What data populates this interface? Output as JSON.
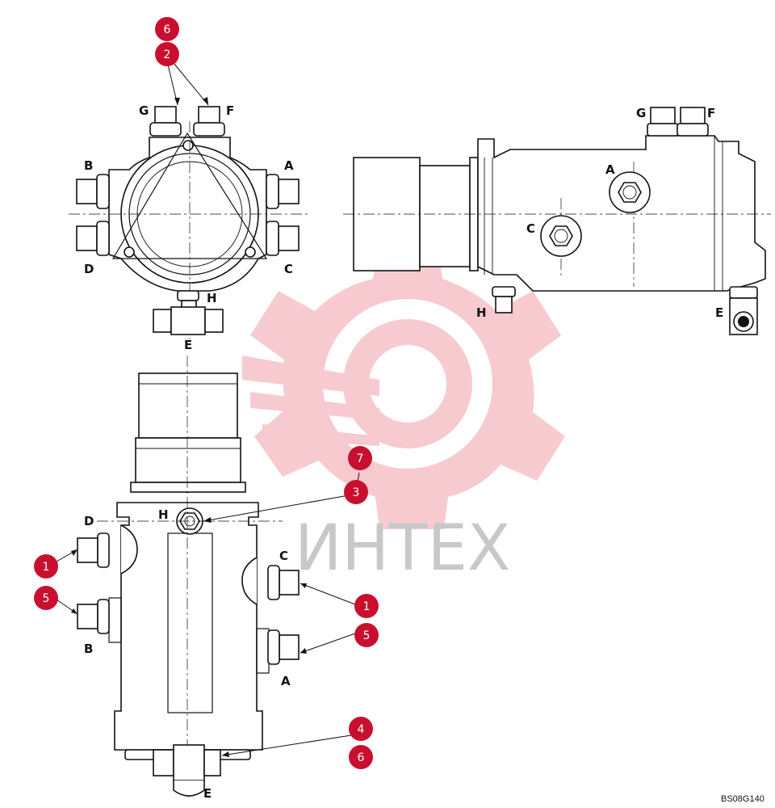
{
  "drawing": {
    "code": "BS08G140",
    "watermark_text": "ИНТЕХ",
    "ports": {
      "top_view": {
        "G": "G",
        "F": "F",
        "B": "B",
        "A": "A",
        "D": "D",
        "C": "C",
        "H": "H",
        "E": "E"
      },
      "side_view": {
        "G": "G",
        "F": "F",
        "A": "A",
        "C": "C",
        "H": "H",
        "E": "E"
      },
      "front_view": {
        "D": "D",
        "H": "H",
        "C": "C",
        "B": "B",
        "A": "A",
        "E": "E"
      }
    },
    "callouts": [
      {
        "id": "c6a",
        "num": "6"
      },
      {
        "id": "c2",
        "num": "2"
      },
      {
        "id": "c7",
        "num": "7"
      },
      {
        "id": "c3",
        "num": "3"
      },
      {
        "id": "c1l",
        "num": "1"
      },
      {
        "id": "c5l",
        "num": "5"
      },
      {
        "id": "c1r",
        "num": "1"
      },
      {
        "id": "c5r",
        "num": "5"
      },
      {
        "id": "c4",
        "num": "4"
      },
      {
        "id": "c6b",
        "num": "6"
      }
    ],
    "colors": {
      "callout_fill": "#c8102e",
      "line": "#111111",
      "watermark_gear": "#f2a0a8",
      "watermark_text": "#c8c8c8"
    }
  }
}
